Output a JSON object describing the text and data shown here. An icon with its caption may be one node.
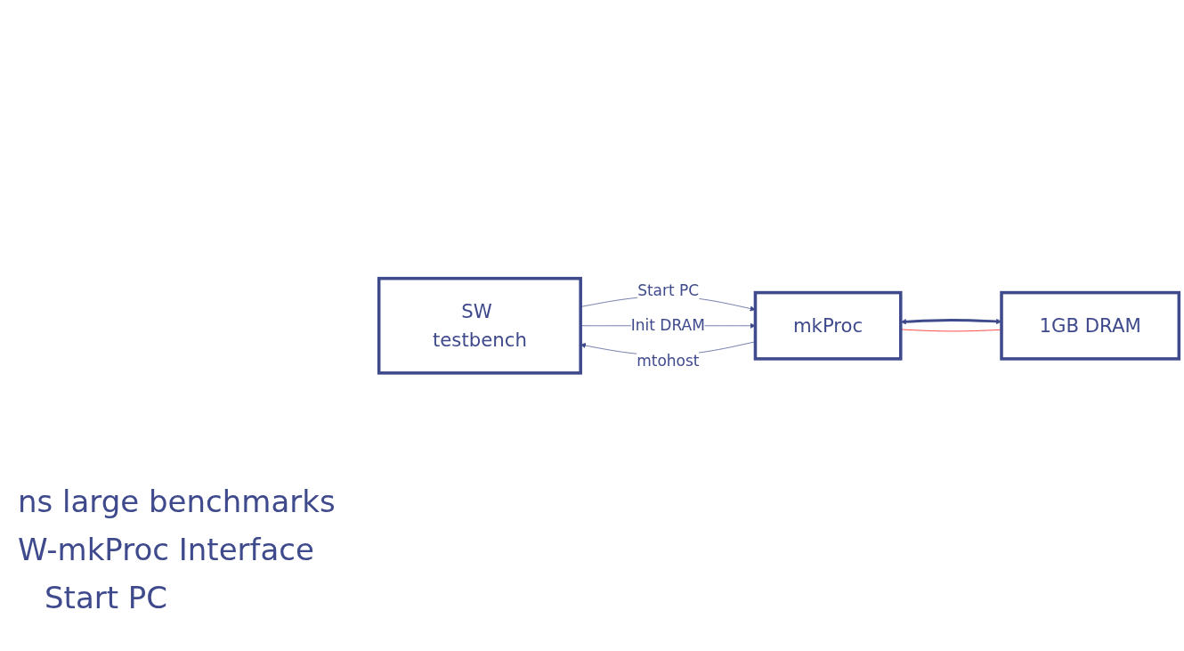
{
  "diagram": {
    "nodes": [
      {
        "text": [
          "SW testbench"
        ]
      },
      {
        "text": [
          "mkProc"
        ]
      },
      {
        "text": [
          "1GB DRAM"
        ]
      }
    ],
    "edges": [
      {
        "from": 0,
        "to": 1,
        "arrow": "to",
        "label": "Start PC"
      },
      {
        "from": 1,
        "to": 0,
        "arrow": "to",
        "label": "mtohost"
      },
      {
        "from": 0,
        "to": 1,
        "arrow": "to",
        "label": "Init DRAM"
      },
      {
        "from": 1,
        "to": 2,
        "arrow": "both",
        "style": "thick"
      },
      {
        "from": 1,
        "to": 2,
        "arrow": "none",
        "color": "#ff0000"
      }
    ],
    "labels": [
      "ns large benchmarks",
      "W-mkProc Interface",
      "Start PC"
    ]
  }
}
